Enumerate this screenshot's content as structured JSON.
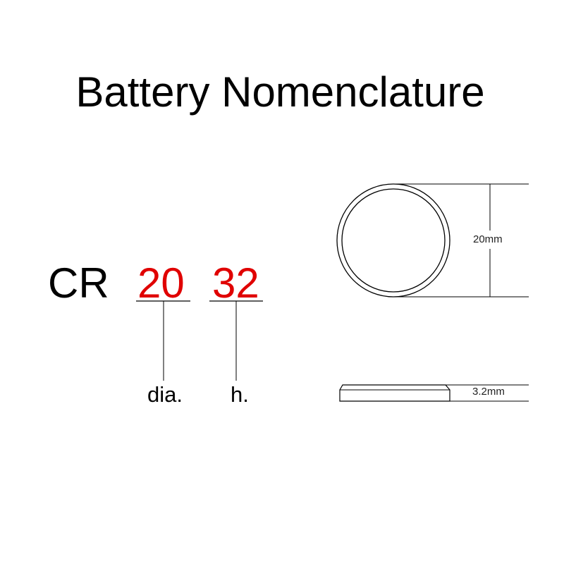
{
  "title": "Battery Nomenclature",
  "code": {
    "prefix": "CR",
    "diameter_code": "20",
    "height_code": "32"
  },
  "labels": {
    "diameter": "dia.",
    "height": "h."
  },
  "dimensions": {
    "diameter": "20mm",
    "height": "3.2mm"
  },
  "colors": {
    "accent": "#e00000",
    "text": "#000000",
    "line": "#000000"
  }
}
